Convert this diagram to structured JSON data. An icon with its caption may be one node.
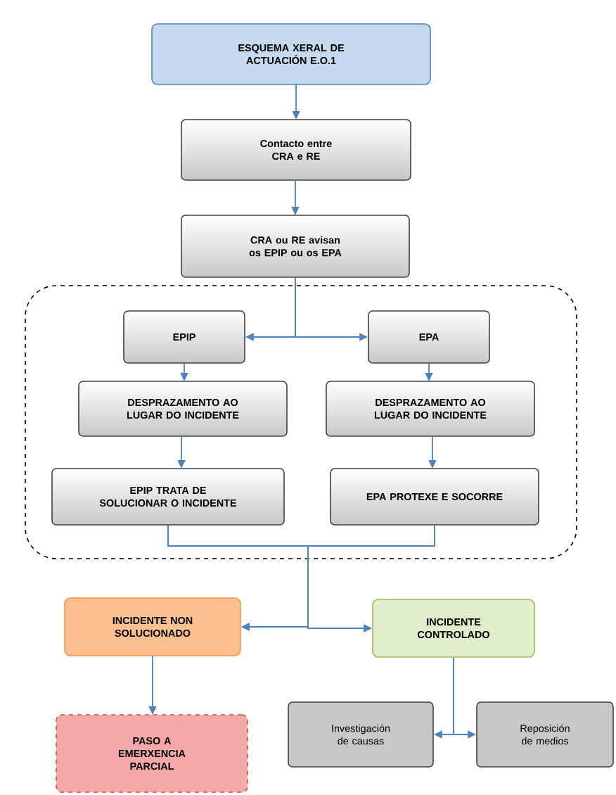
{
  "diagram": {
    "nodes": [
      {
        "text": [
          "ESQUEMA XERAL DE ACTUACIÓN E.O.1"
        ]
      },
      {
        "text": [
          "Contacto entre **CRA** e **RE**"
        ]
      },
      {
        "text": [
          "CRA ou RE avisan os **EPIP** ou os **EPA**"
        ]
      },
      {
        "text": [],
        "shape": "box"
      },
      {
        "text": [
          "EPIP"
        ],
        "in": 3
      },
      {
        "text": [
          "EPA"
        ],
        "in": 3
      },
      {
        "text": [
          "DESPRAZAMENTO AO LUGAR DO INCIDENTE"
        ],
        "in": 3
      },
      {
        "text": [
          "DESPRAZAMENTO AO LUGAR DO INCIDENTE"
        ],
        "in": 3
      },
      {
        "text": [
          "EPIP TRATA DE SOLUCIONAR O INCIDENTE"
        ],
        "in": 3
      },
      {
        "text": [
          "EPA PROTEXE E SOCORRE"
        ],
        "in": 3
      },
      {
        "text": [
          "INCIDENTE NON SOLUCIONADO"
        ]
      },
      {
        "text": [
          "INCIDENTE CONTROLADO"
        ]
      },
      {
        "text": [
          "PASO A EMERXENCIA PARCIAL"
        ]
      },
      {
        "text": [
          "Investigación de causas"
        ]
      },
      {
        "text": [
          "Reposición de medios"
        ]
      }
    ],
    "edges": [
      {
        "from": 0,
        "to": 1,
        "arrow": "to"
      },
      {
        "from": 1,
        "to": 2,
        "arrow": "to"
      },
      {
        "from": 2,
        "to": 4,
        "arrow": "to"
      },
      {
        "from": 2,
        "to": 5,
        "arrow": "to"
      },
      {
        "from": 4,
        "to": 6,
        "arrow": "to"
      },
      {
        "from": 5,
        "to": 7,
        "arrow": "to"
      },
      {
        "from": 6,
        "to": 8,
        "arrow": "to"
      },
      {
        "from": 7,
        "to": 9,
        "arrow": "to"
      },
      {
        "from": 8,
        "to": 10,
        "arrow": "to"
      },
      {
        "from": 8,
        "to": 11,
        "arrow": "to"
      },
      {
        "from": 9,
        "to": 10,
        "arrow": "to"
      },
      {
        "from": 9,
        "to": 11,
        "arrow": "to"
      },
      {
        "from": 10,
        "to": 12,
        "arrow": "to"
      },
      {
        "from": 11,
        "to": 13,
        "arrow": "to"
      },
      {
        "from": 11,
        "to": 14,
        "arrow": "to"
      }
    ]
  }
}
